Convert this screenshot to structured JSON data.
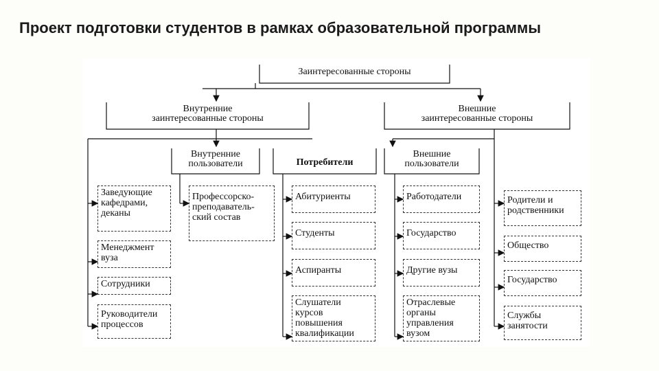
{
  "slide": {
    "title": "Проект подготовки студентов в рамках образовательной программы"
  },
  "diagram": {
    "root": "Заинтересованные стороны",
    "internal": "Внутренние\nзаинтересованные стороны",
    "external": "Внешние\nзаинтересованные стороны",
    "internal_users": "Внутренние\nпользователи",
    "consumers": "Потребители",
    "external_users": "Внешние\nпользователи",
    "col_internal": [
      "Заведующие\nкафедрами,\nдеканы",
      "Менеджмент\nвуза",
      "Сотрудники",
      "Руководители\nпроцессов"
    ],
    "col_internal_users": [
      "Профессорско-\nпреподаватель-\nский состав"
    ],
    "col_consumers": [
      "Абитуриенты",
      "Студенты",
      "Аспиранты",
      "Слушатели\nкурсов\nповышения\nквалификации"
    ],
    "col_external_users": [
      "Работодатели",
      "Государство",
      "Другие вузы",
      "Отраслевые\nорганы\nуправления\nвузом"
    ],
    "col_external": [
      "Родители и\nродственники",
      "Общество",
      "Государство",
      "Службы\nзанятости"
    ]
  }
}
